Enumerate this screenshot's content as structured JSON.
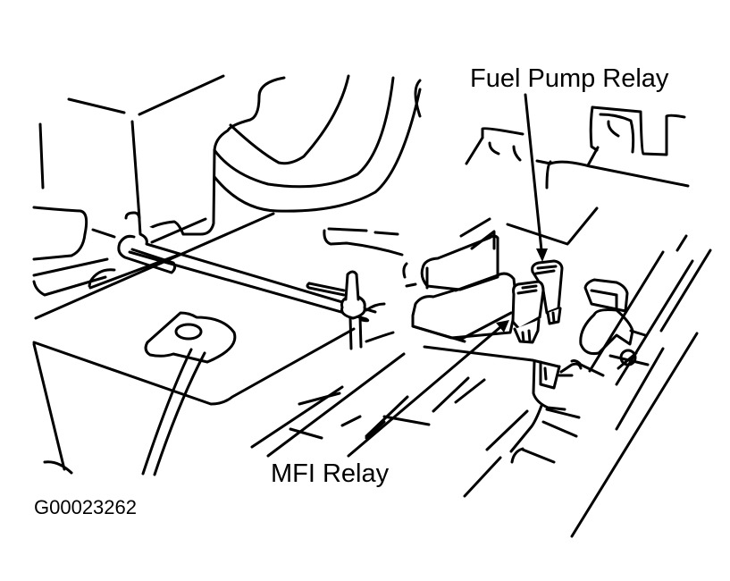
{
  "diagram": {
    "callouts": [
      {
        "id": "fuel-pump-relay",
        "label": "Fuel Pump Relay"
      },
      {
        "id": "mfi-relay",
        "label": "MFI Relay"
      }
    ],
    "figure_id": "G00023262",
    "colors": {
      "line": "#000000",
      "background": "#ffffff"
    }
  }
}
